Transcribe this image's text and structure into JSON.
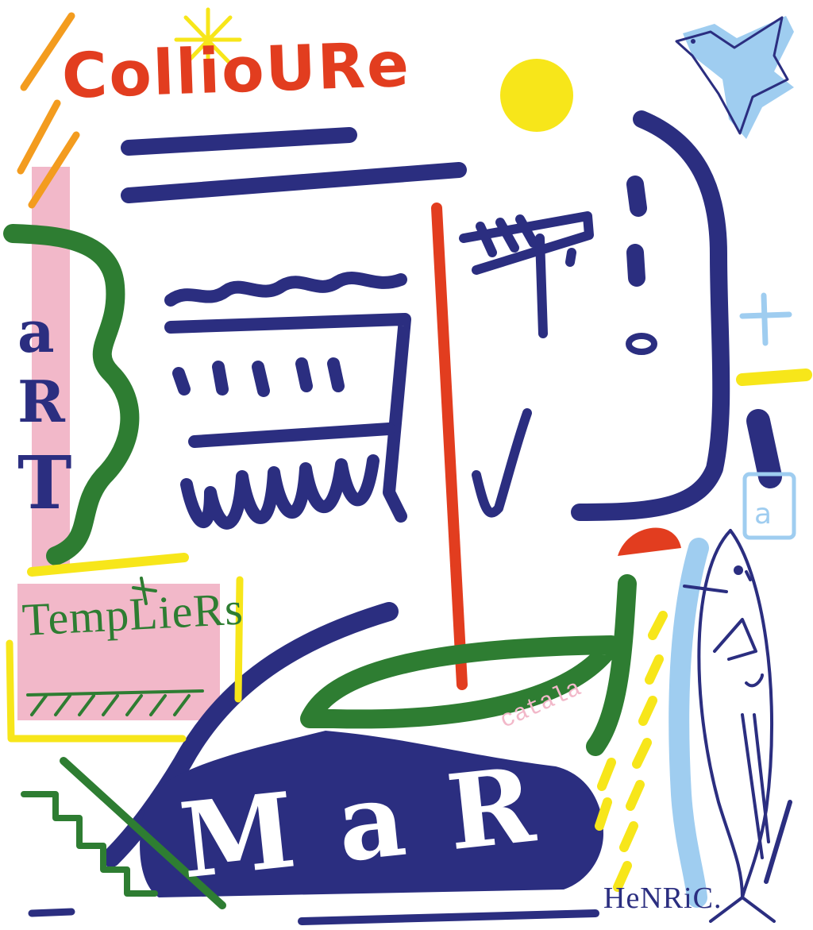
{
  "artwork": {
    "title": "CollioURe",
    "side_letters": [
      "a",
      "R",
      "T"
    ],
    "pink_panel_text": "TempLieRs",
    "bottom_word": "MaR",
    "pink_script": "catala",
    "tile_letter": "a",
    "signature": "HeNRiC."
  },
  "palette": {
    "navy": "#2b2e80",
    "red": "#e23d1f",
    "green": "#2e7d32",
    "yellow": "#f7e61a",
    "pink": "#f2b8c9",
    "sky": "#9fcdf0",
    "orange": "#f39c1f"
  },
  "icons": [
    "sun-icon",
    "dove-icon",
    "fish-icon",
    "star-icon",
    "cross-icon"
  ]
}
